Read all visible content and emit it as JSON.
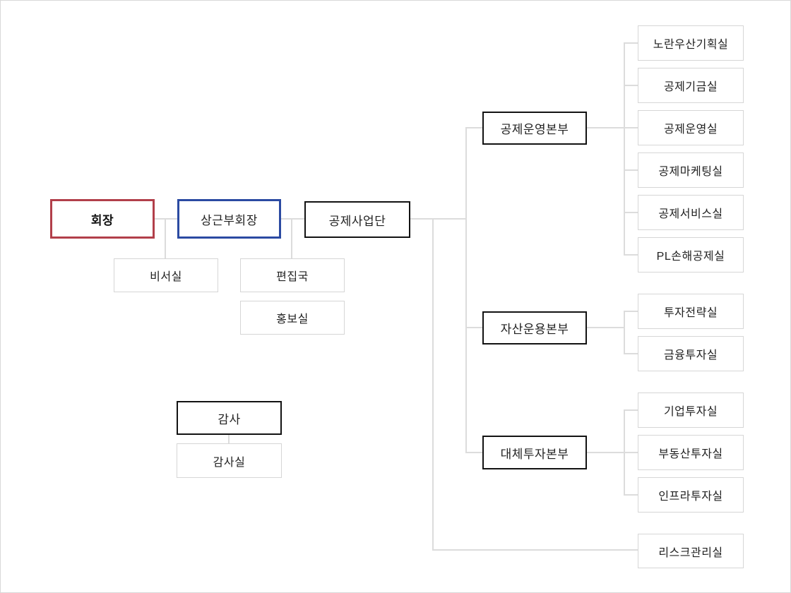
{
  "org_chart": {
    "executive": {
      "chairman": "회장",
      "vice_chairman": "상근부회장",
      "secretary_office": "비서실",
      "editorial_bureau": "편집국",
      "pr_office": "홍보실"
    },
    "audit": {
      "auditor": "감사",
      "audit_office": "감사실"
    },
    "business_group": {
      "label": "공제사업단",
      "divisions": [
        {
          "label": "공제운영본부",
          "departments": [
            "노란우산기획실",
            "공제기금실",
            "공제운영실",
            "공제마케팅실",
            "공제서비스실",
            "PL손해공제실"
          ]
        },
        {
          "label": "자산운용본부",
          "departments": [
            "투자전략실",
            "금융투자실"
          ]
        },
        {
          "label": "대체투자본부",
          "departments": [
            "기업투자실",
            "부동산투자실",
            "인프라투자실"
          ]
        }
      ],
      "risk_office": "리스크관리실"
    },
    "colors": {
      "chairman_border": "#b23f4a",
      "vice_chairman_border": "#2b4aa2",
      "division_border": "#121212",
      "department_border": "#d6d6d6",
      "connector_line": "#dcdcdc",
      "canvas_border": "#d9d9d9"
    }
  }
}
